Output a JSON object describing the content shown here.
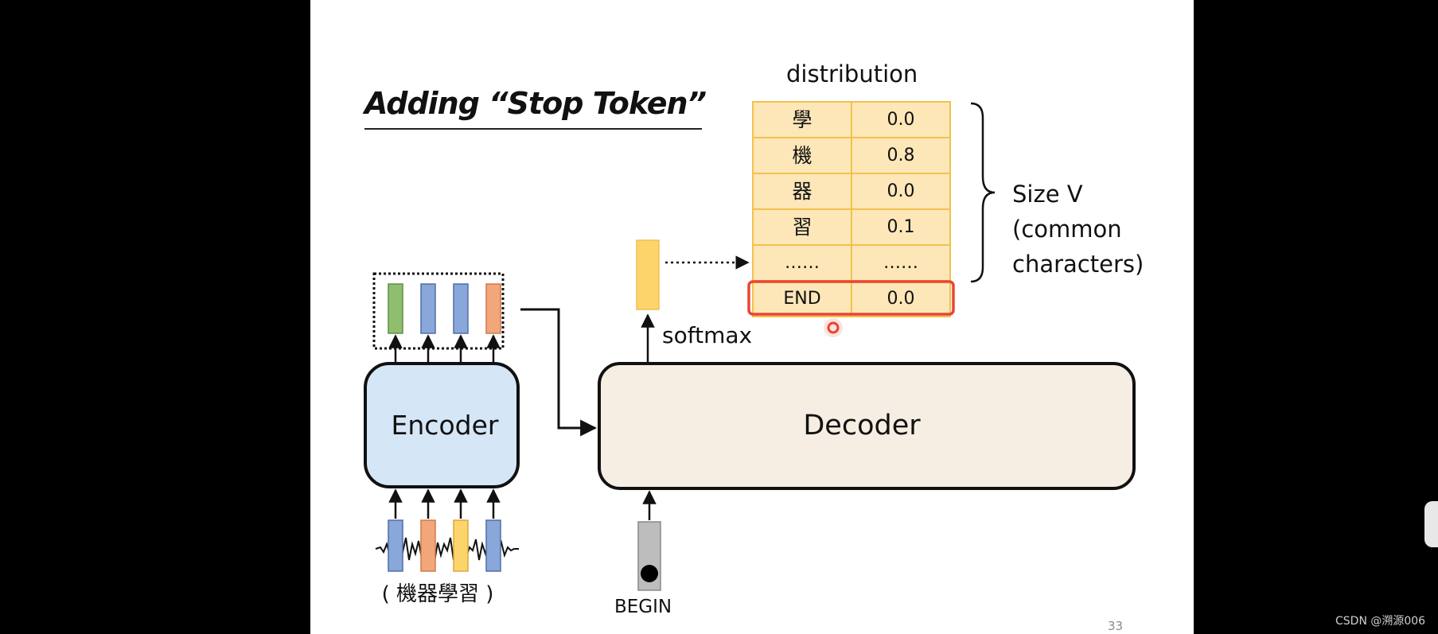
{
  "title": "Adding “Stop Token”",
  "distribution_label": "distribution",
  "softmax_label": "softmax",
  "size_label": {
    "line1": "Size V",
    "line2": "(common",
    "line3": "characters)"
  },
  "encoder_label": "Encoder",
  "decoder_label": "Decoder",
  "input_label": "( 機器學習 )",
  "begin_label": "BEGIN",
  "page_number": "33",
  "watermark": "CSDN @溯源006",
  "distribution_rows": [
    {
      "token": "學",
      "prob": "0.0"
    },
    {
      "token": "機",
      "prob": "0.8"
    },
    {
      "token": "器",
      "prob": "0.0"
    },
    {
      "token": "習",
      "prob": "0.1"
    },
    {
      "token": "……",
      "prob": "……"
    },
    {
      "token": "END",
      "prob": "0.0"
    }
  ],
  "highlighted_row": "END",
  "colors": {
    "table_fill": "#fde7b8",
    "table_border": "#f2c14e",
    "highlight": "#e8462f",
    "encoder_fill": "#d5e6f7",
    "decoder_fill": "#f6eee2",
    "green_vector": "#8fbe6f",
    "blue_vector": "#8aa7d9",
    "orange_vector": "#f2a77a",
    "yellow_vector": "#fcd46b"
  }
}
